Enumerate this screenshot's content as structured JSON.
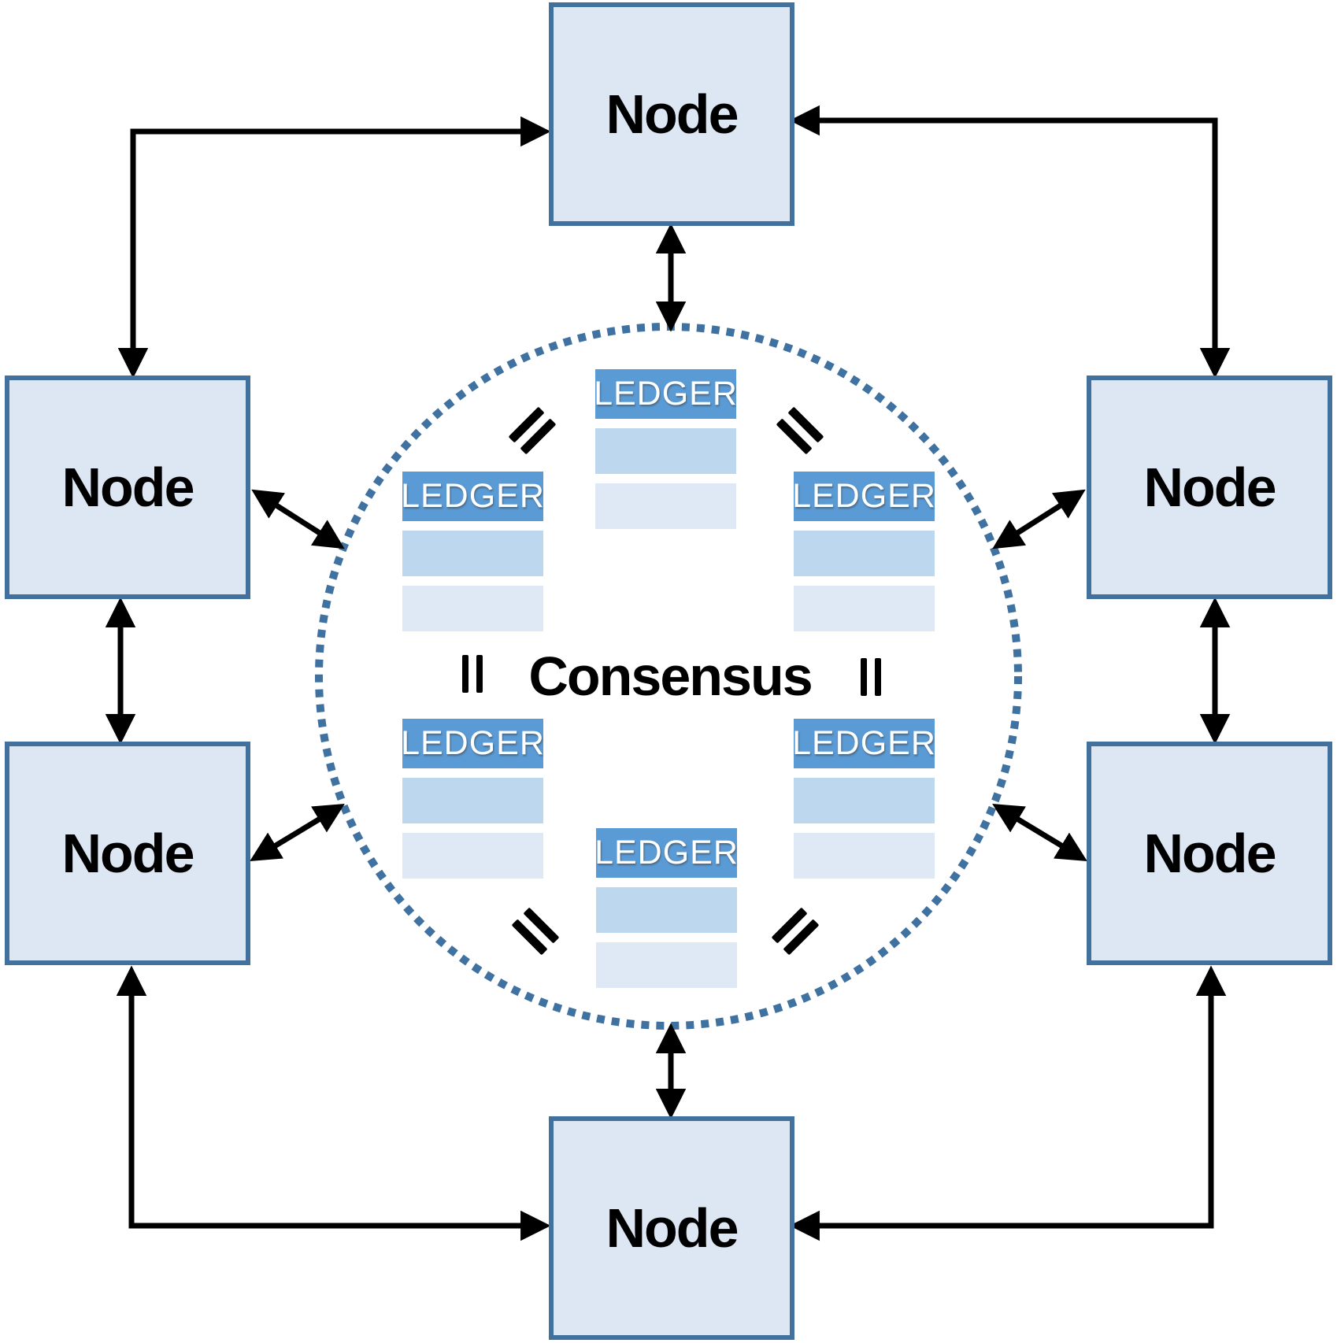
{
  "consensus": {
    "label": "Consensus"
  },
  "nodes": [
    {
      "position": "top",
      "label": "Node"
    },
    {
      "position": "left-upper",
      "label": "Node"
    },
    {
      "position": "left-lower",
      "label": "Node"
    },
    {
      "position": "right-upper",
      "label": "Node"
    },
    {
      "position": "right-lower",
      "label": "Node"
    },
    {
      "position": "bottom",
      "label": "Node"
    }
  ],
  "ledgers": [
    {
      "position": "top-center",
      "label": "LEDGER"
    },
    {
      "position": "left-upper",
      "label": "LEDGER"
    },
    {
      "position": "right-upper",
      "label": "LEDGER"
    },
    {
      "position": "left-lower",
      "label": "LEDGER"
    },
    {
      "position": "right-lower",
      "label": "LEDGER"
    },
    {
      "position": "bottom-center",
      "label": "LEDGER"
    }
  ],
  "symbols": {
    "equals": "="
  },
  "colors": {
    "node_fill": "#dce7f3",
    "node_border": "#41719c",
    "ledger_header": "#5b9bd5",
    "ledger_row1": "#bdd7ee",
    "ledger_row2": "#dfe9f5",
    "circle_dot": "#3f72a0",
    "arrow": "#000000",
    "text": "#000000"
  }
}
